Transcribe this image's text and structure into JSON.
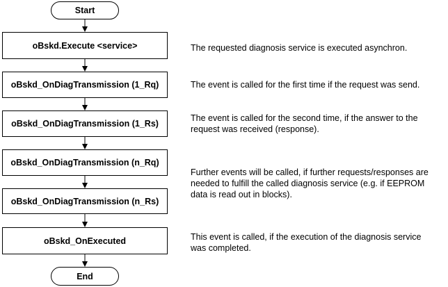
{
  "diagram": {
    "start_label": "Start",
    "end_label": "End",
    "steps": [
      {
        "label": "oBskd.Execute <service>",
        "note": [
          "The requested diagnosis service is executed asynchron."
        ]
      },
      {
        "label": "oBskd_OnDiagTransmission (1_Rq)",
        "note": [
          "The event is called for the first time if the request was send."
        ]
      },
      {
        "label": "oBskd_OnDiagTransmission (1_Rs)",
        "note": [
          "The event is called for the second time, if the answer to the",
          "request was received (response)."
        ]
      },
      {
        "label": "oBskd_OnDiagTransmission (n_Rq)",
        "note": []
      },
      {
        "label": "oBskd_OnDiagTransmission (n_Rs)",
        "note": [
          "Further events will be called, if further requests/responses are",
          "needed to fulfill the called diagnosis service (e.g. if EEPROM",
          "data is read out in blocks)."
        ]
      },
      {
        "label": "oBskd_OnExecuted",
        "note": [
          "This event is called, if the execution of the diagnosis service",
          "was completed."
        ]
      }
    ]
  }
}
